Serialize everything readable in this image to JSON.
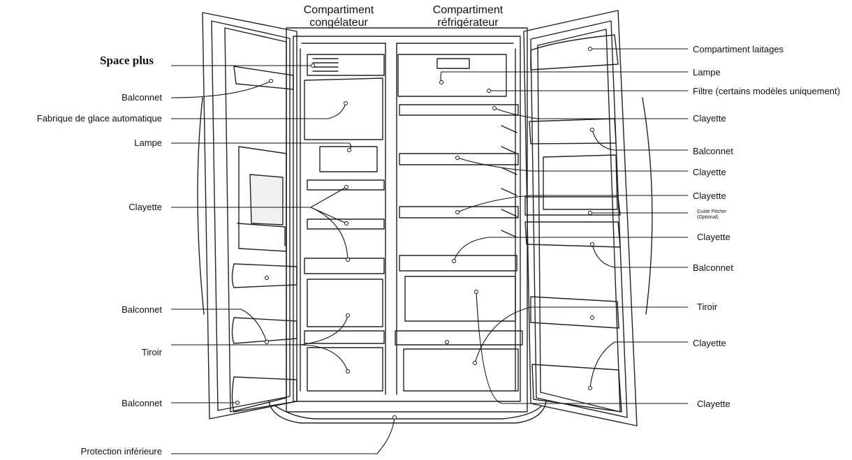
{
  "headers": {
    "freezer": [
      "Compartiment",
      "congélateur"
    ],
    "fridge": [
      "Compartiment",
      "réfrigérateur"
    ]
  },
  "left_labels": {
    "space_plus": "Space plus",
    "balconnet_1": "Balconnet",
    "ice_maker": "Fabrique de glace automatique",
    "lampe": "Lampe",
    "clayette": "Clayette",
    "balconnet_2": "Balconnet",
    "tiroir": "Tiroir",
    "balconnet_3": "Balconnet",
    "protection": "Protection inférieure"
  },
  "right_labels": {
    "laitages": "Compartiment laitages",
    "lampe": "Lampe",
    "filtre": "Filtre (certains modèles uniquement)",
    "clayette_1": "Clayette",
    "balconnet_1": "Balconnet",
    "clayette_2": "Clayette",
    "clayette_3": "Clayette",
    "guide_pitcher": [
      "Guide Pitcher",
      "(Optional)"
    ],
    "clayette_4": "Clayette",
    "balconnet_2": "Balconnet",
    "tiroir": "Tiroir",
    "clayette_5": "Clayette",
    "clayette_6": "Clayette"
  }
}
